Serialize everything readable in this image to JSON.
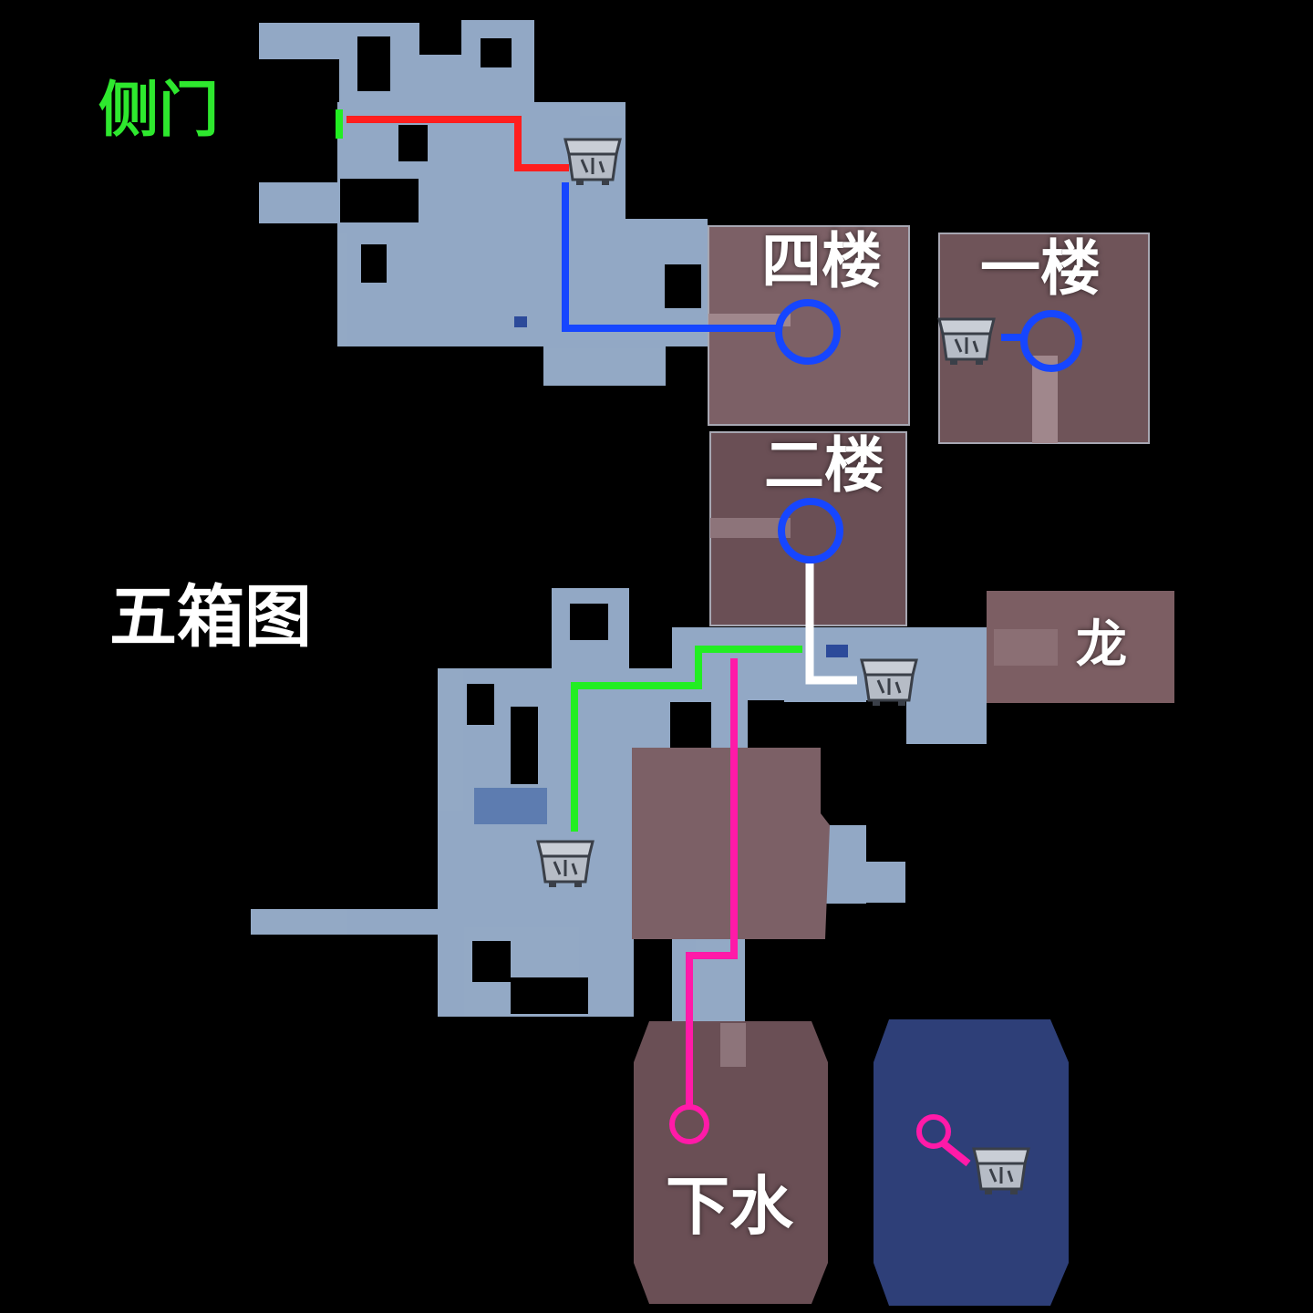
{
  "title": "五箱图",
  "labels": {
    "side_door": "侧门",
    "floor4": "四楼",
    "floor1": "一楼",
    "floor2": "二楼",
    "dragon": "龙",
    "underwater": "下水"
  },
  "colors": {
    "background": "#000000",
    "room_blue": "#9fb7d6",
    "room_blue_dark": "#6f8fbf",
    "room_mauve": "#7c6066",
    "room_mauve_dark": "#4f3a40",
    "room_navy": "#2e3f78",
    "path_red": "#ff1e1e",
    "path_blue": "#1646ff",
    "path_green": "#22ee22",
    "path_magenta": "#ff1aa8",
    "path_white": "#ffffff",
    "label_green": "#2ee82e",
    "label_white": "#ffffff"
  },
  "markers": {
    "chest_icon": "treasure-chest-icon",
    "circle_marker": "ring-marker-icon"
  }
}
